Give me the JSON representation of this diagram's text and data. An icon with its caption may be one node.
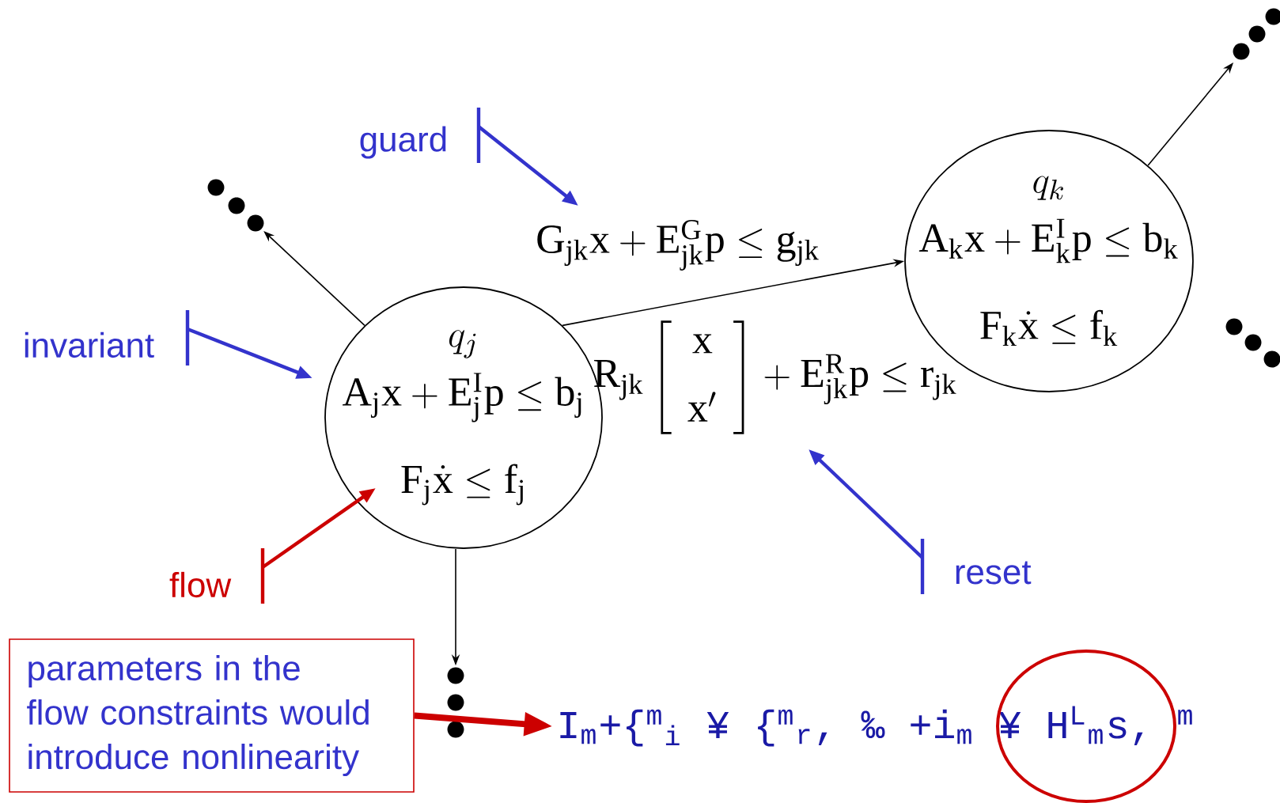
{
  "diagram": {
    "nodes": [
      {
        "text": [
          "q_j",
          "\\mathrm{A_jx+E_j^Ip\\le b_j}",
          "\\mathrm{F_j}\\dot{\\mathrm{x}}\\le \\mathrm{f_j}"
        ]
      },
      {
        "text": [
          "q_k",
          "\\mathrm{A_kx+E_k^Ip\\le b_k}",
          "\\mathrm{F_k}\\dot{\\mathrm{x}}\\le \\mathrm{f_k}"
        ]
      },
      {
        "text": [
          "\\mathrm{G_{jk}x+E_{jk}^Gp\\le g_{jk}}"
        ]
      },
      {
        "text": [
          "\\mathrm{R_{jk}}\\left[\\begin{array}{c}\\mathrm{x}\\\\[6pt] \\mathrm{x'}\\end{array}\\right]+\\mathrm{E_{jk}^Rp\\le r_{jk}}"
        ]
      },
      {
        "text": [
          "guard"
        ]
      },
      {
        "text": [
          "invariant"
        ]
      },
      {
        "text": [
          "flow"
        ]
      },
      {
        "text": [
          "reset"
        ]
      },
      {
        "text": [
          "parameters in the flow constraints would introduce nonlinearity"
        ]
      },
      {
        "text": [
          "I$_{m}$+{$^{m}$$_{i}$ ¥ {$^{m}$$_{r}$, ‰ +i$_{m}$ ¥ H$^{L}$$_{m}$s, $^{m}$"
        ]
      },
      {
        "text": [],
        "shape": "dots"
      },
      {
        "text": [],
        "shape": "dots"
      },
      {
        "text": [],
        "shape": "dots"
      },
      {
        "text": [],
        "shape": "dots"
      }
    ],
    "edges": [
      {
        "from": 0,
        "to": 10,
        "arrow": "to"
      },
      {
        "from": 1,
        "to": 11,
        "arrow": "to"
      },
      {
        "from": 0,
        "to": 1,
        "arrow": "to"
      },
      {
        "from": 0,
        "to": 13,
        "arrow": "to"
      },
      {
        "from": 4,
        "to": 2,
        "arrow": "to",
        "color": "#3333cc"
      },
      {
        "from": 5,
        "to": 0,
        "arrow": "to",
        "color": "#3333cc"
      },
      {
        "from": 6,
        "to": 0,
        "arrow": "to",
        "color": "#cc0000"
      },
      {
        "from": 7,
        "to": 3,
        "arrow": "to",
        "color": "#3333cc"
      },
      {
        "from": 8,
        "to": 9,
        "arrow": "to",
        "style": "thick",
        "color": "#cc0000"
      }
    ]
  }
}
